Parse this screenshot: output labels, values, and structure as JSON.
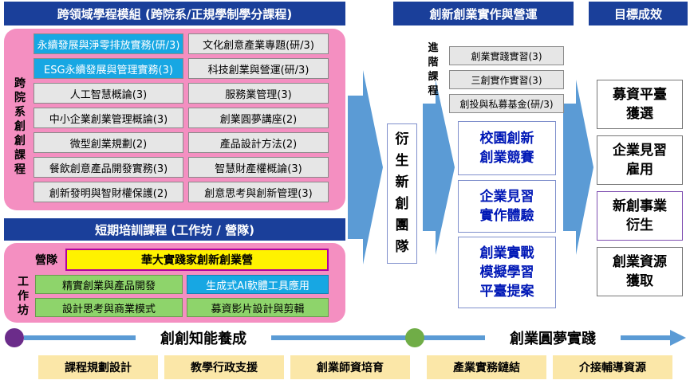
{
  "section1": {
    "header": "跨領域學程模組 (跨院系/正規學制學分課程)",
    "side_label": [
      "跨",
      "院",
      "系",
      "創",
      "創",
      "課",
      "程"
    ],
    "courses_left": [
      "永續發展與淨零排放實務(研/3)",
      "ESG永續發展與管理實務(3)",
      "人工智慧概論(3)",
      "中小企業創業管理概論(3)",
      "微型創業規劃(2)",
      "餐飲創意產品開發實務(3)",
      "創新發明與智財權保護(2)"
    ],
    "courses_right": [
      "文化創意產業專題(研/3)",
      "科技創業與營運(研/3)",
      "服務業管理(3)",
      "創業圓夢講座(2)",
      "產品設計方法(2)",
      "智慧財產權概論(3)",
      "創意思考與創新管理(3)"
    ]
  },
  "section2": {
    "header": "短期培訓課程 (工作坊 / 營隊)",
    "camp_label": "營隊",
    "camp_course": "華大實踐家創新創業營",
    "workshop_label": [
      "工",
      "作",
      "坊"
    ],
    "workshops": [
      "精實創業與產品開發",
      "生成式AI軟體工具應用",
      "設計思考與商業模式",
      "募資影片設計與剪輯"
    ]
  },
  "team": {
    "chars": [
      "衍",
      "生",
      "新",
      "創",
      "團",
      "隊"
    ]
  },
  "section3": {
    "header": "創新創業實作與營運",
    "adv_label": [
      "進",
      "階",
      "課",
      "程"
    ],
    "adv_courses": [
      "創業實踐實習(3)",
      "三創實作實習(3)",
      "創投與私募基金(研/3)"
    ],
    "boxes": [
      [
        "校園創新",
        "創業競賽"
      ],
      [
        "企業見習",
        "實作體驗"
      ],
      [
        "創業實戰",
        "模擬學習",
        "平臺提案"
      ]
    ]
  },
  "section4": {
    "header": "目標成效",
    "goals": [
      [
        "募資平臺",
        "獲選"
      ],
      [
        "企業見習",
        "雇用"
      ],
      [
        "新創事業",
        "衍生"
      ],
      [
        "創業資源",
        "獲取"
      ]
    ]
  },
  "timeline": {
    "stage1": "創創知能養成",
    "stage2": "創業圓夢實踐"
  },
  "support": [
    "課程規劃設計",
    "教學行政支援",
    "創業師資培育",
    "產業實務鏈結",
    "介接輔導資源"
  ],
  "colors": {
    "header_blue": "#1a3f9a",
    "pink": "#f48fc1",
    "arrow_blue": "#5b9bd5",
    "highlight_blue": "#17a7e3",
    "green": "#8ed46b",
    "yellow": "#fff200",
    "support_bg": "#fbe7a8",
    "dot_purple": "#6b2c8a",
    "dot_green": "#70ad47"
  }
}
